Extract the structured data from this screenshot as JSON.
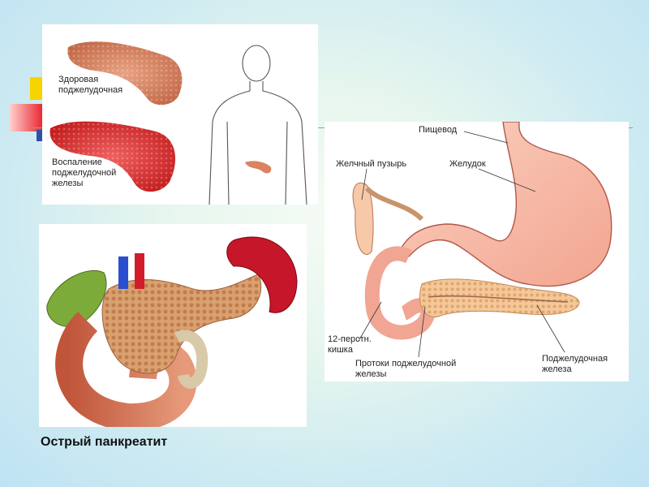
{
  "colors": {
    "deco_yellow": "#f7d300",
    "deco_red": "#e8212a",
    "deco_blue": "#3050a8",
    "rule": "#9a9a9a"
  },
  "panel_top_left": {
    "healthy_label": "Здоровая\nподжелудочная",
    "inflamed_label": "Воспаление\nподжелудочной\nжелезы"
  },
  "panel_right": {
    "esophagus": "Пищевод",
    "gallbladder": "Желчный пузырь",
    "stomach": "Желудок",
    "duodenum": "12-перстн.\nкишка",
    "ducts": "Протоки поджелудочной\nжелезы",
    "pancreas": "Поджелудочная\nжелеза"
  },
  "caption": "Острый панкреатит"
}
